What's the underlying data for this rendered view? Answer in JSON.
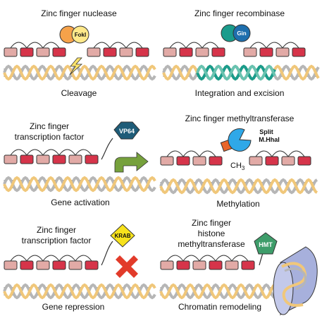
{
  "panels": {
    "nuclease": {
      "title": "Zinc finger nuclease",
      "caption": "Cleavage",
      "domain_label": "FokI"
    },
    "recombinase": {
      "title": "Zinc finger recombinase",
      "caption": "Integration and excision",
      "domain_label": "Gin"
    },
    "activator": {
      "title_line1": "Zinc finger",
      "title_line2": "transcription factor",
      "caption": "Gene activation",
      "domain_label": "VP64"
    },
    "methyltransferase": {
      "title": "Zinc finger methyltransferase",
      "caption": "Methylation",
      "domain_label_line1": "Split",
      "domain_label_line2": "M.HhaI",
      "methyl_label": "CH",
      "methyl_subscript": "3"
    },
    "repressor": {
      "title_line1": "Zinc finger",
      "title_line2": "transcription factor",
      "caption": "Gene repression",
      "domain_label": "KRAB"
    },
    "histone": {
      "title_line1": "Zinc finger",
      "title_line2": "histone",
      "title_line3": "methyltransferase",
      "caption": "Chromatin remodeling",
      "domain_label": "HMT"
    }
  },
  "colors": {
    "finger_dark": "#d6344a",
    "finger_light": "#e2aaa6",
    "fokI": "#ffe98a",
    "fokI_dimer": "#f6a24a",
    "gin": "#1e6fae",
    "gin_dimer": "#1a9c8c",
    "vp64": "#1e5c78",
    "activation_arrow": "#76a13c",
    "methylase": "#2fa8e8",
    "methylase_partner": "#e8652a",
    "krab": "#f7e21c",
    "repress_x": "#e23b2a",
    "hmt": "#3e9d6a",
    "nucleosome": "#a7b0dc",
    "dna_strand_a": "#f0c77a",
    "dna_strand_b": "#b6b6b6"
  }
}
